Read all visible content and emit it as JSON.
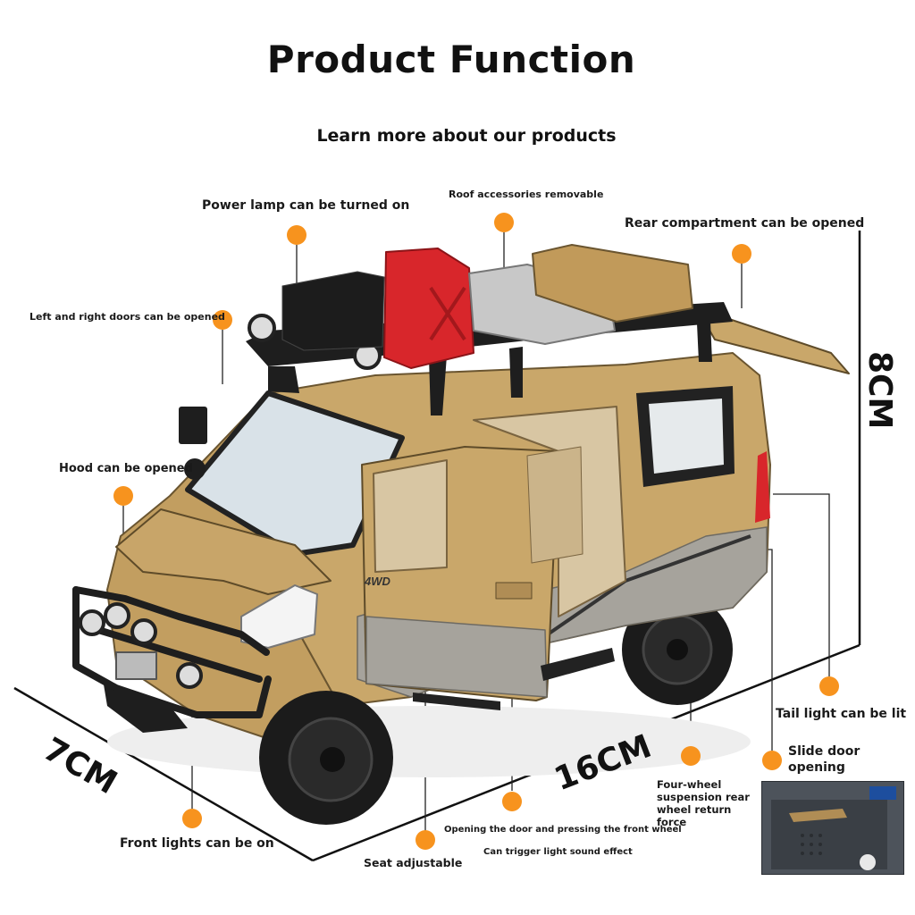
{
  "header": {
    "title": "Product Function",
    "subtitle": "Learn more about our products"
  },
  "features": [
    "Power lamp can be turned on",
    "Roof accessories removable",
    "Rear compartment can be opened",
    "Left and right doors can be opened",
    "Hood can be opened",
    "Tail light can be lit",
    "Slide door opening",
    "Four-wheel suspension rear wheel return force",
    "Opening the door and pressing the front wheel",
    "Can trigger light sound effect",
    "Front lights can be on",
    "Seat adjustable"
  ],
  "dimensions": {
    "width": "7CM",
    "length": "16CM",
    "height": "8CM"
  },
  "vehicle": {
    "badge": "4WD"
  },
  "colors": {
    "accent_dot": "#f7931e",
    "body_tan": "#c9a76a",
    "body_gray": "#a6a39c",
    "jerrycan_red": "#d8262b"
  }
}
